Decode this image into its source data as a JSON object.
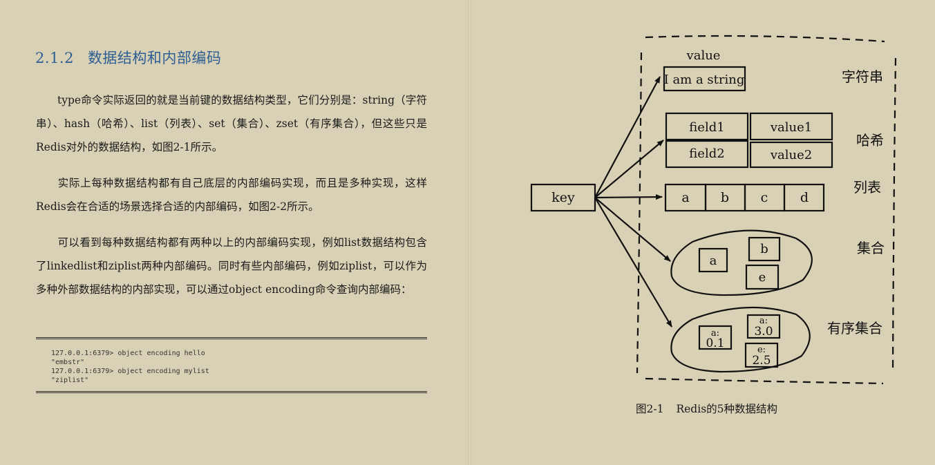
{
  "section": {
    "number": "2.1.2",
    "title": "数据结构和内部编码"
  },
  "paragraphs": [
    "type命令实际返回的就是当前键的数据结构类型，它们分别是：string（字符串）、hash（哈希）、list（列表）、set（集合）、zset（有序集合），但这些只是Redis对外的数据结构，如图2-1所示。",
    "实际上每种数据结构都有自己底层的内部编码实现，而且是多种实现，这样Redis会在合适的场景选择合适的内部编码，如图2-2所示。",
    "可以看到每种数据结构都有两种以上的内部编码实现，例如list数据结构包含了linkedlist和ziplist两种内部编码。同时有些内部编码，例如ziplist，可以作为多种外部数据结构的内部实现，可以通过object encoding命令查询内部编码："
  ],
  "code": [
    "127.0.0.1:6379> object encoding hello",
    "\"embstr\"",
    "127.0.0.1:6379> object encoding mylist",
    "\"ziplist\""
  ],
  "figure": {
    "caption_number": "图2-1",
    "caption_text": "Redis的5种数据结构",
    "key_label": "key",
    "value_label": "value",
    "string": {
      "value": "I am a string",
      "type_label": "字符串"
    },
    "hash": {
      "rows": [
        {
          "field": "field1",
          "value": "value1"
        },
        {
          "field": "field2",
          "value": "value2"
        }
      ],
      "type_label": "哈希"
    },
    "list": {
      "items": [
        "a",
        "b",
        "c",
        "d"
      ],
      "type_label": "列表"
    },
    "set": {
      "members": [
        "a",
        "b",
        "e"
      ],
      "type_label": "集合"
    },
    "zset": {
      "members": [
        {
          "member": "a:",
          "score": "0.1"
        },
        {
          "member": "a:",
          "score": "3.0"
        },
        {
          "member": "e:",
          "score": "2.5"
        }
      ],
      "type_label": "有序集合"
    }
  }
}
